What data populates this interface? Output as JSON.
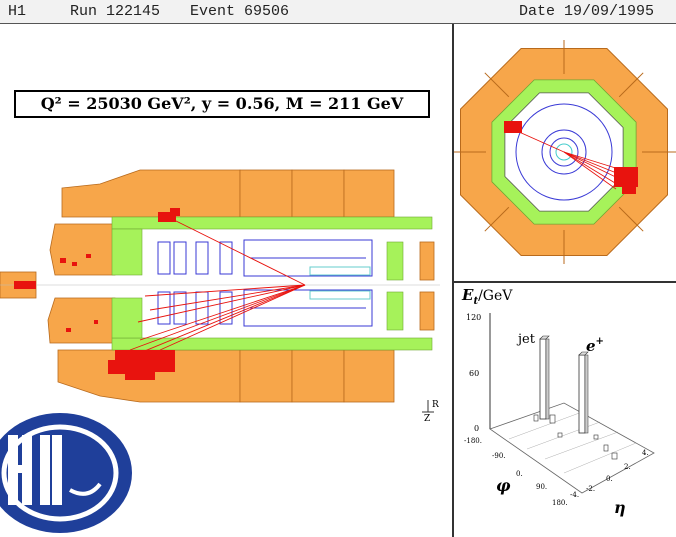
{
  "header": {
    "experiment": "H1",
    "run": "Run 122145",
    "event": "Event 69506",
    "date": "Date 19/09/1995"
  },
  "kinematics": {
    "text": "Q² = 25030 GeV², y = 0.56, M = 211 GeV"
  },
  "side_view": {
    "axis_z": "Z",
    "axis_r": "R"
  },
  "lego_plot": {
    "quantity": "E_t/GeV",
    "quantity_main": "E",
    "quantity_sub": "t",
    "quantity_unit": "/GeV",
    "et_ticks": [
      "120",
      "60",
      "0"
    ],
    "phi_label": "φ",
    "phi_ticks": [
      "-180.",
      "-90.",
      "0.",
      "90.",
      "180."
    ],
    "eta_label": "η",
    "eta_ticks": [
      "4.",
      "2.",
      "0.",
      "-2.",
      "-4."
    ],
    "jet_label": "jet",
    "positron_label": "e",
    "positron_sup": "+"
  },
  "colors": {
    "lar_calorimeter": "#f7a64a",
    "spacal": "#a6f25a",
    "energy_deposit": "#e8130e",
    "tracks": "#e8130e",
    "tracker": "#3a3ad6",
    "logo_blue": "#1f3f9a"
  }
}
